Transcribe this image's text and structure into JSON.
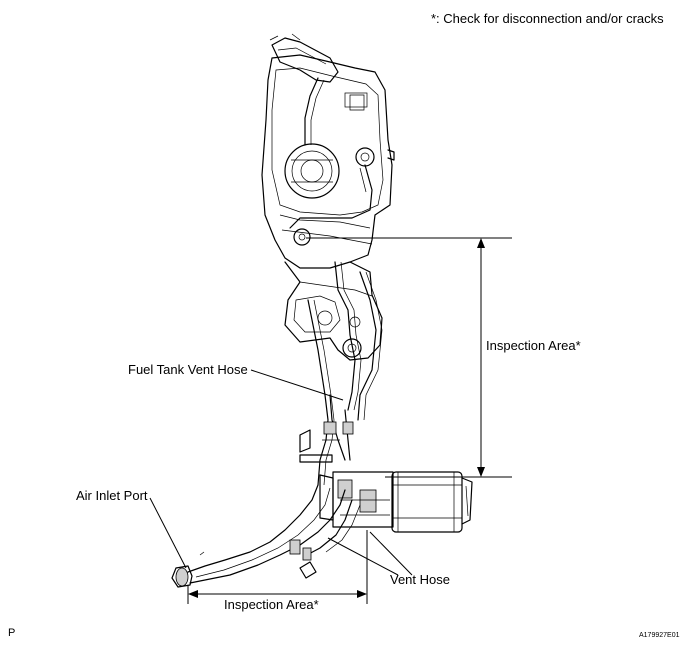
{
  "note": "*: Check for disconnection and/or cracks",
  "labels": {
    "inspection_area_vertical": "Inspection Area*",
    "inspection_area_horizontal": "Inspection Area*",
    "fuel_tank_vent_hose": "Fuel Tank Vent Hose",
    "air_inlet_port": "Air Inlet Port",
    "vent_hose": "Vent Hose"
  },
  "page_marker": "P",
  "figure_id": "A179927E01"
}
